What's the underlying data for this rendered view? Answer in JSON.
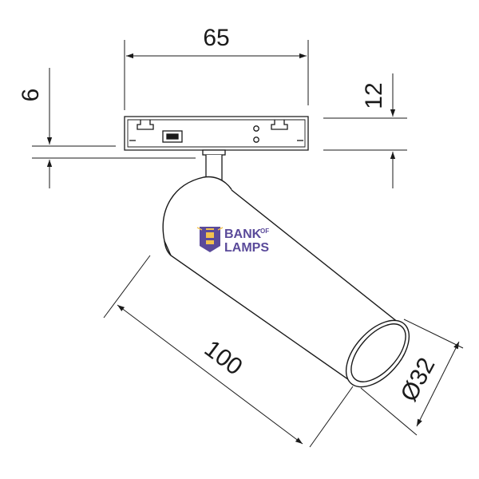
{
  "dimensions": {
    "width": "65",
    "track_height": "6",
    "adapter_height": "12",
    "length": "100",
    "diameter": "Ø32"
  },
  "logo": {
    "line1": "BANK",
    "of": "OF",
    "line2": "LAMPS",
    "text_color": "#5a4a9a",
    "mark_color": "#f2c14e",
    "mark_dark": "#5a4a9a"
  },
  "colors": {
    "stroke": "#1a1a1a"
  }
}
